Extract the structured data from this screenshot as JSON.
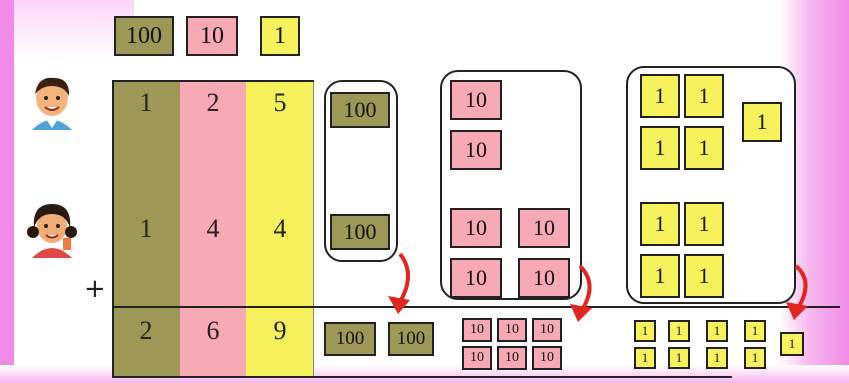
{
  "legend": {
    "hundred": "100",
    "ten": "10",
    "one": "1"
  },
  "operator": "+",
  "table": {
    "row1": [
      "1",
      "2",
      "5"
    ],
    "row2": [
      "1",
      "4",
      "4"
    ],
    "result": [
      "2",
      "6",
      "9"
    ]
  },
  "blocks": {
    "hundred": "100",
    "ten": "10",
    "one": "1"
  },
  "colors": {
    "hundreds": "#9d9856",
    "tens": "#f7a9b4",
    "ones": "#f7f25b",
    "arrow": "#e0261f",
    "border_pink": "#f08ae6"
  }
}
